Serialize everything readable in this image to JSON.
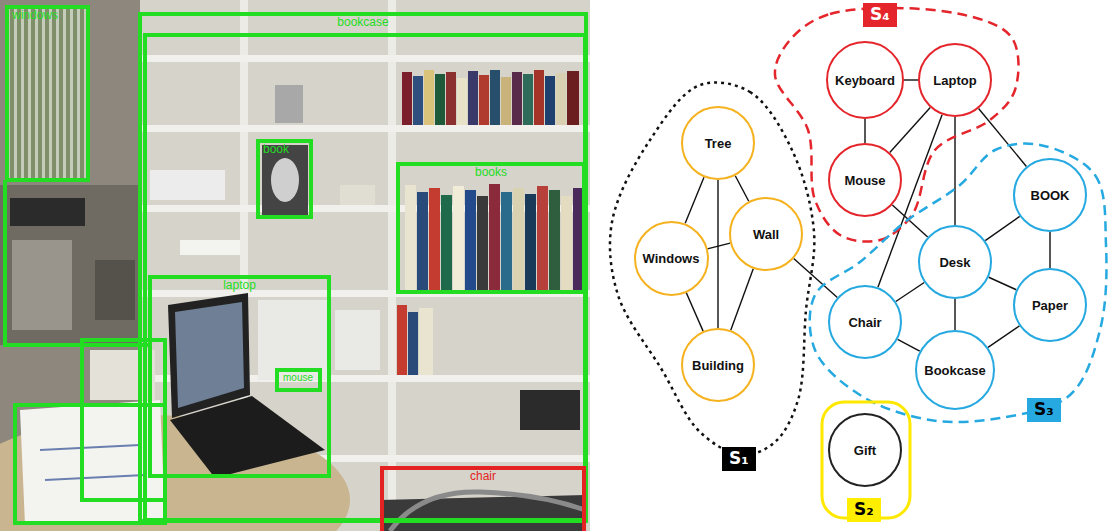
{
  "diagram": {
    "nodes": [
      {
        "text": [
          "windows"
        ]
      },
      {
        "text": [
          "bookcase"
        ]
      },
      {
        "text": [
          "book"
        ],
        "in": 1
      },
      {
        "text": [
          "books"
        ],
        "in": 1
      },
      {
        "text": [
          "laptop"
        ],
        "in": 1
      },
      {
        "text": [
          "mouse"
        ],
        "in": 4
      },
      {
        "text": [
          "chair"
        ]
      },
      {
        "text": [
          "S₁"
        ]
      },
      {
        "text": [
          "Tree"
        ],
        "in": 7
      },
      {
        "text": [
          "Windows"
        ],
        "in": 7
      },
      {
        "text": [
          "Wall"
        ],
        "in": 7
      },
      {
        "text": [
          "Building"
        ],
        "in": 7
      },
      {
        "text": [
          "S₄"
        ]
      },
      {
        "text": [
          "Keyboard"
        ],
        "in": 12
      },
      {
        "text": [
          "Laptop"
        ],
        "in": 12
      },
      {
        "text": [
          "Mouse"
        ],
        "in": 12
      },
      {
        "text": [
          "S₃"
        ]
      },
      {
        "text": [
          "BOOK"
        ],
        "in": 16
      },
      {
        "text": [
          "Desk"
        ],
        "in": 16
      },
      {
        "text": [
          "Paper"
        ],
        "in": 16
      },
      {
        "text": [
          "Chair"
        ],
        "in": 16
      },
      {
        "text": [
          "Bookcase"
        ],
        "in": 16
      },
      {
        "text": [
          "S₂"
        ]
      },
      {
        "text": [
          "Gift"
        ],
        "in": 22
      }
    ],
    "edges": [
      {
        "from": 8,
        "to": 9,
        "arrow": "none"
      },
      {
        "from": 8,
        "to": 10,
        "arrow": "none"
      },
      {
        "from": 8,
        "to": 11,
        "arrow": "none"
      },
      {
        "from": 9,
        "to": 10,
        "arrow": "none"
      },
      {
        "from": 9,
        "to": 11,
        "arrow": "none"
      },
      {
        "from": 10,
        "to": 11,
        "arrow": "none"
      },
      {
        "from": 10,
        "to": 20,
        "arrow": "none"
      },
      {
        "from": 13,
        "to": 14,
        "arrow": "none"
      },
      {
        "from": 13,
        "to": 15,
        "arrow": "none"
      },
      {
        "from": 14,
        "to": 15,
        "arrow": "none"
      },
      {
        "from": 14,
        "to": 18,
        "arrow": "none"
      },
      {
        "from": 14,
        "to": 20,
        "arrow": "none"
      },
      {
        "from": 14,
        "to": 17,
        "arrow": "none"
      },
      {
        "from": 15,
        "to": 18,
        "arrow": "none"
      },
      {
        "from": 17,
        "to": 18,
        "arrow": "none"
      },
      {
        "from": 17,
        "to": 19,
        "arrow": "none"
      },
      {
        "from": 18,
        "to": 20,
        "arrow": "none"
      },
      {
        "from": 18,
        "to": 19,
        "arrow": "none"
      },
      {
        "from": 18,
        "to": 21,
        "arrow": "none"
      },
      {
        "from": 20,
        "to": 21,
        "arrow": "none"
      },
      {
        "from": 19,
        "to": 21,
        "arrow": "none"
      }
    ]
  }
}
